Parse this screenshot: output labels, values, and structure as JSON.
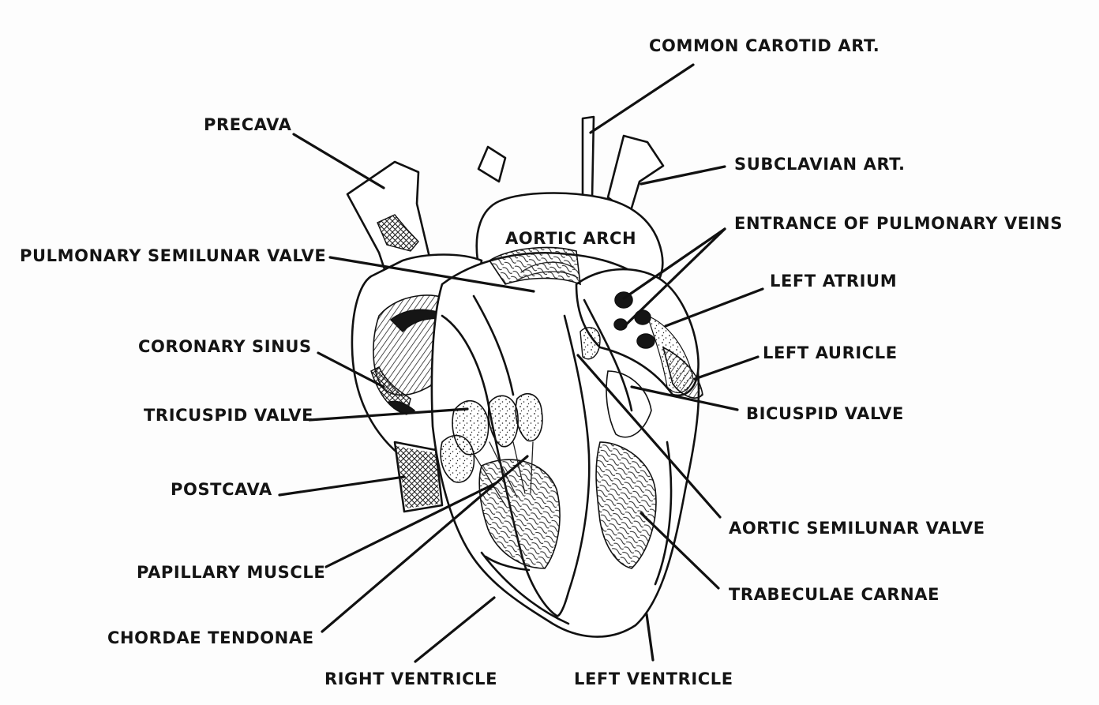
{
  "labels": {
    "common_carotid": "COMMON CAROTID ART.",
    "subclavian": "SUBCLAVIAN ART.",
    "pulmonary_veins": "ENTRANCE OF PULMONARY VEINS",
    "precava": "PRECAVA",
    "aortic_arch": "AORTIC ARCH",
    "pulmonary_semilunar": "PULMONARY SEMILUNAR VALVE",
    "left_atrium": "LEFT ATRIUM",
    "coronary_sinus": "CORONARY SINUS",
    "left_auricle": "LEFT AURICLE",
    "tricuspid": "TRICUSPID VALVE",
    "bicuspid": "BICUSPID VALVE",
    "postcava": "POSTCAVA",
    "aortic_semilunar": "AORTIC SEMILUNAR VALVE",
    "papillary": "PAPILLARY MUSCLE",
    "trabeculae": "TRABECULAE CARNAE",
    "chordae": "CHORDAE TENDONAE",
    "right_ventricle": "RIGHT VENTRICLE",
    "left_ventricle": "LEFT VENTRICLE"
  }
}
